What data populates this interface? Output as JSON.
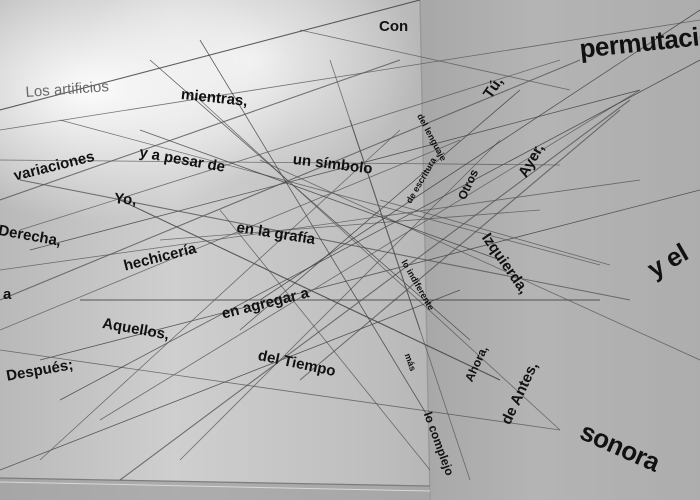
{
  "words": [
    {
      "id": "permutaciones",
      "text": "permutacione"
    },
    {
      "id": "con",
      "text": "Con"
    },
    {
      "id": "los-artificios",
      "text": "Los artificios"
    },
    {
      "id": "mientras",
      "text": "mientras,"
    },
    {
      "id": "tu",
      "text": "Tú,"
    },
    {
      "id": "variaciones",
      "text": "variaciones"
    },
    {
      "id": "y-a-pesar-de",
      "text": "y a pesar de"
    },
    {
      "id": "un-simbolo",
      "text": "un símbolo"
    },
    {
      "id": "ayer",
      "text": "Ayer,"
    },
    {
      "id": "otros",
      "text": "Otros"
    },
    {
      "id": "yo",
      "text": "Yo,"
    },
    {
      "id": "derecha",
      "text": "Derecha,"
    },
    {
      "id": "hechiceria",
      "text": "hechicería"
    },
    {
      "id": "en-la-grafia",
      "text": "en la grafía"
    },
    {
      "id": "izquierda",
      "text": "Izquierda,"
    },
    {
      "id": "y-el",
      "text": "y el"
    },
    {
      "id": "a",
      "text": "a"
    },
    {
      "id": "en-agregar-a",
      "text": "en agregar a"
    },
    {
      "id": "aquellos",
      "text": "Aquellos,"
    },
    {
      "id": "del-tiempo",
      "text": "del Tiempo"
    },
    {
      "id": "ahora",
      "text": "Ahora,"
    },
    {
      "id": "despues",
      "text": "Después;"
    },
    {
      "id": "de-antes",
      "text": "de Antes,"
    },
    {
      "id": "sonora",
      "text": "sonora"
    },
    {
      "id": "lo-complejo",
      "text": "lo complejo"
    },
    {
      "id": "del-lenguaje",
      "text": "del lenguaje"
    },
    {
      "id": "de-escritura",
      "text": "de escritura"
    },
    {
      "id": "lo-indiferente",
      "text": "lo indiferente"
    },
    {
      "id": "mas",
      "text": "más"
    }
  ]
}
